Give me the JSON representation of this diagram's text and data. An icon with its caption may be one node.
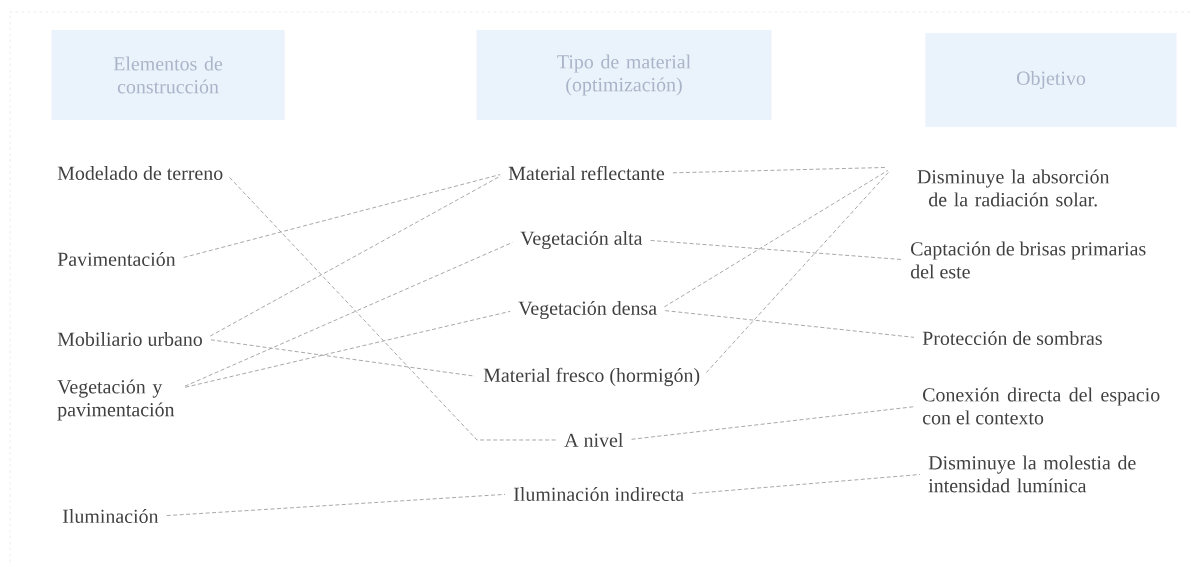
{
  "diagram": {
    "nodes": [
      {
        "text": [
          "Elementos de construcción"
        ]
      },
      {
        "text": [
          "Tipo de material (optimización)"
        ]
      },
      {
        "text": [
          "Objetivo"
        ]
      },
      {
        "text": [
          "Modelado de terreno"
        ]
      },
      {
        "text": [
          "Pavimentación"
        ]
      },
      {
        "text": [
          "Mobiliario urbano"
        ]
      },
      {
        "text": [
          "Vegetación y pavimentación"
        ]
      },
      {
        "text": [
          "Iluminación"
        ]
      },
      {
        "text": [
          "Material reflectante"
        ]
      },
      {
        "text": [
          "Vegetación alta"
        ]
      },
      {
        "text": [
          "Vegetación densa"
        ]
      },
      {
        "text": [
          "Material fresco (hormigón)"
        ]
      },
      {
        "text": [
          "A nivel"
        ]
      },
      {
        "text": [
          "Iluminación indirecta"
        ]
      },
      {
        "text": [
          "Disminuye la absorción de la radiación solar."
        ]
      },
      {
        "text": [
          "Captación de brisas primarias del este"
        ]
      },
      {
        "text": [
          "Protección de sombras"
        ]
      },
      {
        "text": [
          "Conexión directa del espacio con el contexto"
        ]
      },
      {
        "text": [
          "Disminuye la molestia de intensidad lumínica"
        ]
      }
    ],
    "edges": [
      {
        "from": 3,
        "to": 12,
        "arrow": "none"
      },
      {
        "from": 4,
        "to": 8,
        "arrow": "none"
      },
      {
        "from": 5,
        "to": 8,
        "arrow": "none"
      },
      {
        "from": 5,
        "to": 11,
        "arrow": "none"
      },
      {
        "from": 6,
        "to": 9,
        "arrow": "none"
      },
      {
        "from": 6,
        "to": 10,
        "arrow": "none"
      },
      {
        "from": 7,
        "to": 13,
        "arrow": "none"
      },
      {
        "from": 8,
        "to": 14,
        "arrow": "none"
      },
      {
        "from": 10,
        "to": 14,
        "arrow": "none"
      },
      {
        "from": 11,
        "to": 14,
        "arrow": "none"
      },
      {
        "from": 9,
        "to": 15,
        "arrow": "none"
      },
      {
        "from": 10,
        "to": 16,
        "arrow": "none"
      },
      {
        "from": 12,
        "to": 17,
        "arrow": "none"
      },
      {
        "from": 13,
        "to": 18,
        "arrow": "none"
      }
    ]
  }
}
